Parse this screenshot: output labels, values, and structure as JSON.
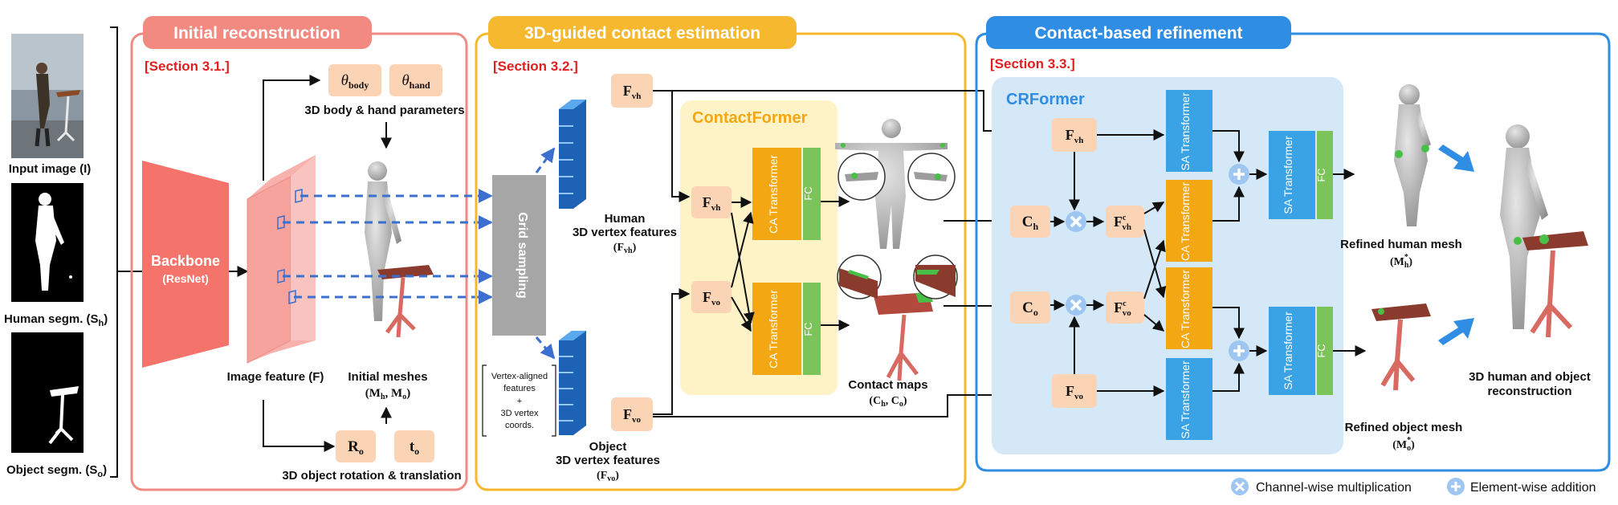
{
  "inputs": {
    "input_image_label": "Input image (I)",
    "human_segm_label": "Human segm. (S",
    "human_segm_sub": "h",
    "object_segm_label": "Object segm. (S",
    "object_segm_sub": "o"
  },
  "section1": {
    "title": "Initial reconstruction",
    "tag": "[Section 3.1.]",
    "backbone": "Backbone",
    "backbone_sub": "(ResNet)",
    "image_feature": "Image feature (F)",
    "theta_body": "θ",
    "theta_body_sub": "body",
    "theta_hand": "θ",
    "theta_hand_sub": "hand",
    "params_label": "3D body & hand parameters",
    "initial_meshes": "Initial meshes",
    "initial_meshes_math": "(M",
    "rot_symbol": "R",
    "trans_symbol": "t",
    "rot_trans_label": "3D object rotation & translation"
  },
  "section2": {
    "title": "3D-guided contact estimation",
    "tag": "[Section 3.2.]",
    "grid_sampling": "Grid sampling",
    "human_feat_line1": "Human",
    "human_feat_line2": "3D vertex features",
    "object_feat_line1": "Object",
    "object_feat_line2": "3D vertex features",
    "note_line1": "Vertex-aligned",
    "note_line2": "features",
    "note_line3": "+",
    "note_line4": "3D vertex",
    "note_line5": "coords.",
    "contactformer": "ContactFormer",
    "ca_transformer": "CA Transformer",
    "fc": "FC",
    "contact_maps": "Contact maps"
  },
  "section3": {
    "title": "Contact-based refinement",
    "tag": "[Section 3.3.]",
    "crformer": "CRFormer",
    "sa_transformer": "SA Transformer",
    "ca_transformer": "CA Transformer",
    "fc": "FC",
    "refined_human": "Refined human mesh",
    "refined_object": "Refined object mesh",
    "final_line1": "3D human and object",
    "final_line2": "reconstruction"
  },
  "symbols": {
    "F": "F",
    "C": "C",
    "vh": "vh",
    "vo": "vo",
    "h": "h",
    "o": "o",
    "c": "c"
  },
  "legend": {
    "multiply": "Channel-wise multiplication",
    "add": "Element-wise addition"
  },
  "colors": {
    "section1": "#f08080",
    "section2": "#f5b82e",
    "section3": "#2f8de4",
    "backbone": "#f4736a",
    "transformer": "#f3a712",
    "sa_transformer": "#3aa3e6",
    "fc": "#7cc35a",
    "peach": "#fbd3b5",
    "grid": "#a6a6a6",
    "contactformer_bg": "#fdf3c6",
    "crformer_bg": "#d5e8f8",
    "op_circle": "#9ec6f0"
  }
}
